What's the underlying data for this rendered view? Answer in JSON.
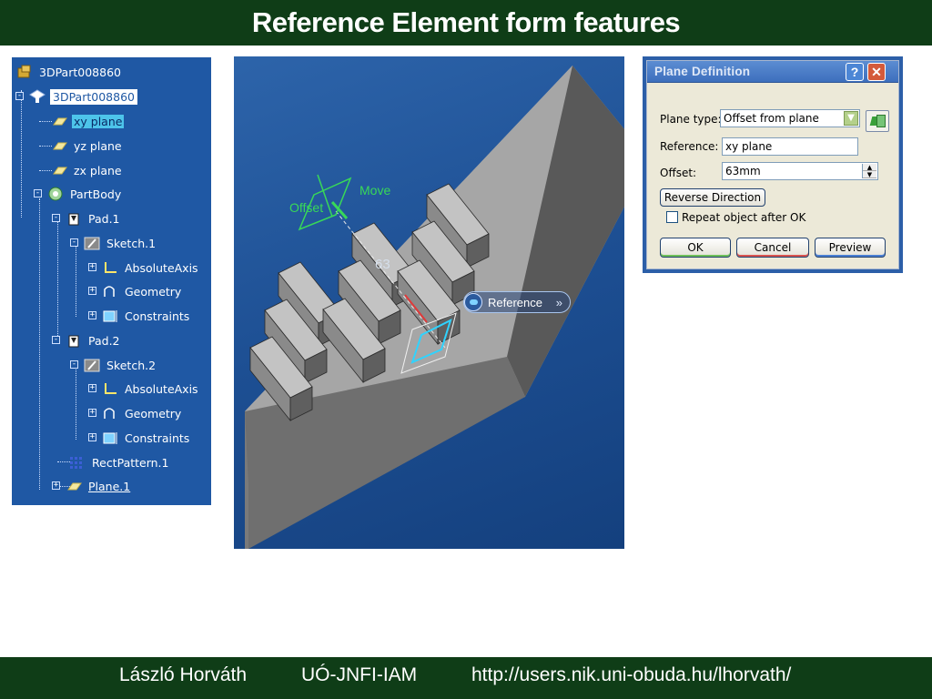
{
  "slide": {
    "title": "Reference Element form features",
    "footer": {
      "author": "László Horváth",
      "institute": "UÓ-JNFI-IAM",
      "url": "http://users.nik.uni-obuda.hu/lhorvath/"
    }
  },
  "tree": {
    "items": [
      {
        "label": "3DPart008860",
        "icon": "product-icon"
      },
      {
        "label": "3DPart008860",
        "icon": "part-icon"
      },
      {
        "label": "xy plane",
        "icon": "plane-icon"
      },
      {
        "label": "yz plane",
        "icon": "plane-icon"
      },
      {
        "label": "zx plane",
        "icon": "plane-icon"
      },
      {
        "label": "PartBody",
        "icon": "body-icon"
      },
      {
        "label": "Pad.1",
        "icon": "pad-icon"
      },
      {
        "label": "Sketch.1",
        "icon": "sketch-icon"
      },
      {
        "label": "AbsoluteAxis",
        "icon": "axis-icon"
      },
      {
        "label": "Geometry",
        "icon": "geometry-icon"
      },
      {
        "label": "Constraints",
        "icon": "constraints-icon"
      },
      {
        "label": "Pad.2",
        "icon": "pad-icon"
      },
      {
        "label": "Sketch.2",
        "icon": "sketch-icon"
      },
      {
        "label": "AbsoluteAxis",
        "icon": "axis-icon"
      },
      {
        "label": "Geometry",
        "icon": "geometry-icon"
      },
      {
        "label": "Constraints",
        "icon": "constraints-icon"
      },
      {
        "label": "RectPattern.1",
        "icon": "pattern-icon"
      },
      {
        "label": "Plane.1",
        "icon": "plane-icon"
      }
    ]
  },
  "viewport": {
    "offset_label": "Offset",
    "move_label": "Move",
    "dimension": "63",
    "reference_tag": "Reference",
    "reference_chevron": "»",
    "part_color": "#a9a9a9",
    "manipulator_color": "#38d858"
  },
  "dialog": {
    "title": "Plane Definition",
    "help": "?",
    "close": "✕",
    "plane_type_label": "Plane type:",
    "plane_type_value": "Offset from plane",
    "reference_label": "Reference:",
    "reference_value": "xy plane",
    "offset_label": "Offset:",
    "offset_value": "63mm",
    "reverse_button": "Reverse Direction",
    "repeat_label": "Repeat object after OK",
    "repeat_checked": false,
    "ok": "OK",
    "cancel": "Cancel",
    "preview": "Preview"
  }
}
